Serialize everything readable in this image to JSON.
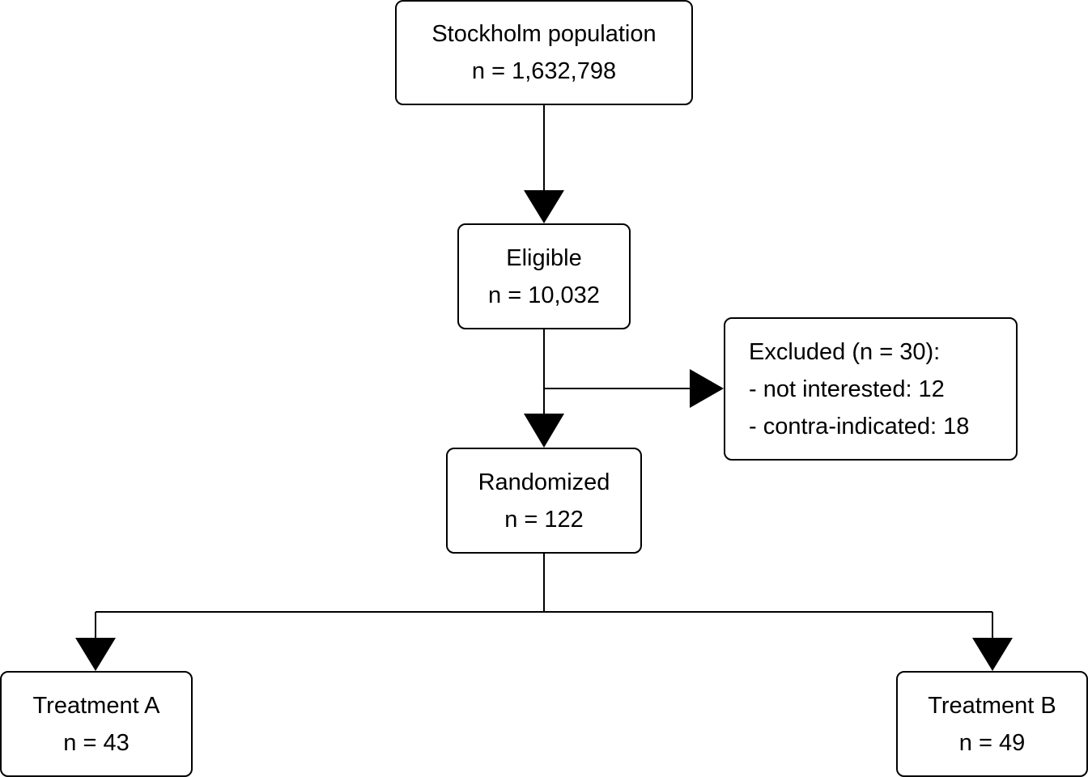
{
  "nodes": {
    "population": {
      "title": "Stockholm population",
      "count": "n = 1,632,798"
    },
    "eligible": {
      "title": "Eligible",
      "count": "n = 10,032"
    },
    "excluded": {
      "title": "Excluded (n = 30):",
      "reasons": [
        "- not interested: 12",
        "- contra-indicated: 18"
      ]
    },
    "randomized": {
      "title": "Randomized",
      "count": "n = 122"
    },
    "treatment_a": {
      "title": "Treatment A",
      "count": "n = 43"
    },
    "treatment_b": {
      "title": "Treatment B",
      "count": "n = 49"
    }
  },
  "colors": {
    "stroke": "#000000",
    "fill": "#ffffff",
    "text": "#000000"
  }
}
